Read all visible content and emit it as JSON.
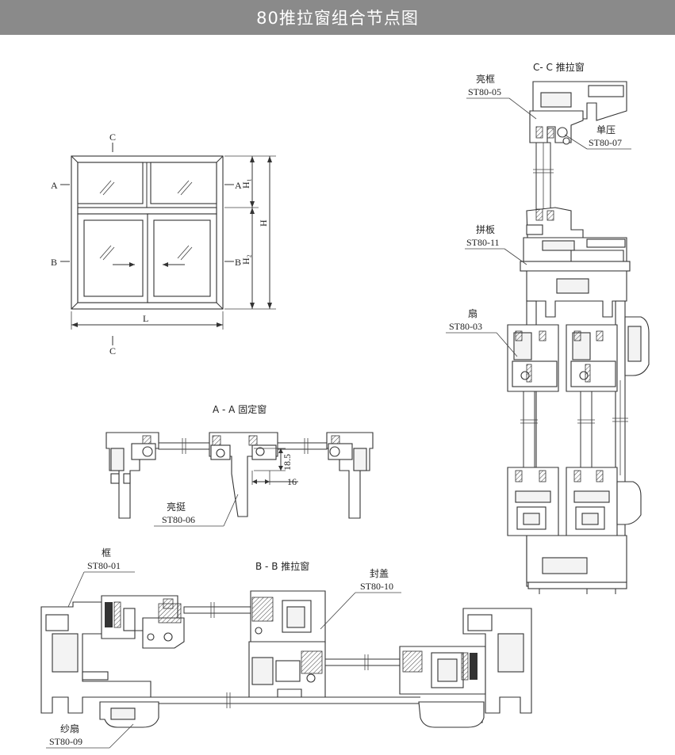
{
  "header": {
    "title": "80推拉窗组合节点图"
  },
  "elevation": {
    "mark_c_top": "C",
    "mark_c_bottom": "C",
    "mark_a_left": "A",
    "mark_a_right": "A",
    "mark_b_left": "B",
    "mark_b_right": "B",
    "dim_h1": "H₁",
    "dim_h": "H",
    "dim_h2": "H₂",
    "dim_l": "L"
  },
  "sections": {
    "cc_title": "C- C 推拉窗",
    "aa_title": "A - A 固定窗",
    "bb_title": "B - B 推拉窗"
  },
  "dimensions": {
    "d1": "18.5",
    "d2": "16"
  },
  "parts": [
    {
      "name": "亮框",
      "code": "ST80-05"
    },
    {
      "name": "单压",
      "code": "ST80-07"
    },
    {
      "name": "拼板",
      "code": "ST80-11"
    },
    {
      "name": "扇",
      "code": "ST80-03"
    },
    {
      "name": "亮挺",
      "code": "ST80-06"
    },
    {
      "name": "框",
      "code": "ST80-01"
    },
    {
      "name": "封盖",
      "code": "ST80-10"
    },
    {
      "name": "纱扇",
      "code": "ST80-09"
    }
  ]
}
